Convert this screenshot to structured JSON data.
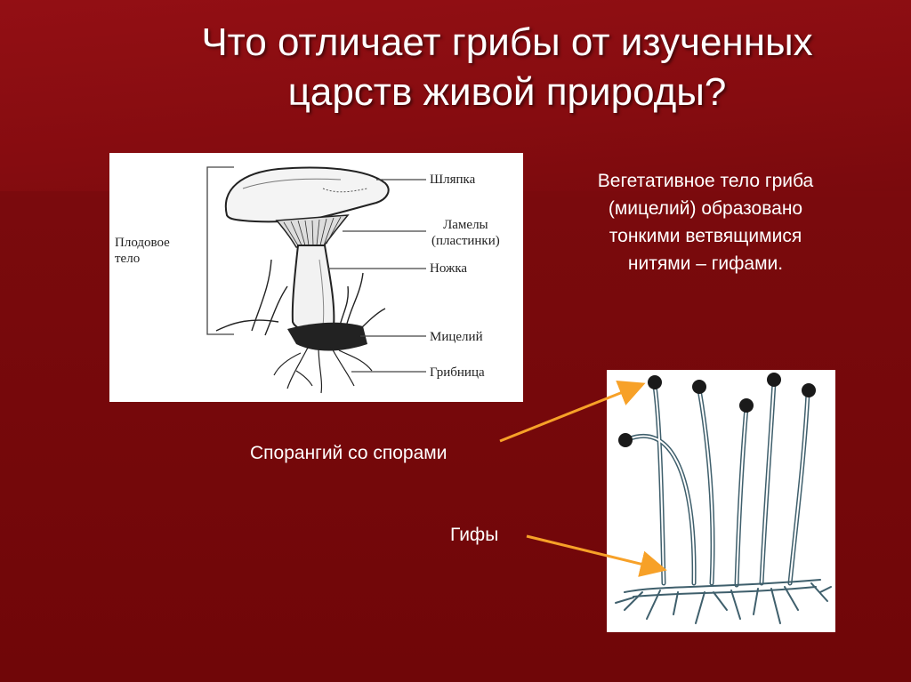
{
  "slide": {
    "title_lines": [
      "Что отличает грибы от изученных",
      "царств живой природы?"
    ],
    "description_lines": [
      "Вегетативное тело гриба",
      "(мицелий) образовано",
      "тонкими ветвящимися",
      "нитями – гифами."
    ],
    "label_sporangium": "Спорангий со спорами",
    "label_hyphae": "Гифы",
    "arrow_color": "#f7a128"
  },
  "mushroom_figure": {
    "fruit_body_lines": [
      "Плодовое",
      "тело"
    ],
    "parts": {
      "cap": "Шляпка",
      "lamellae_lines": [
        "Ламелы",
        "(пластинки)"
      ],
      "stem": "Ножка",
      "mycelium": "Мицелий",
      "fungal_body": "Грибница"
    }
  }
}
